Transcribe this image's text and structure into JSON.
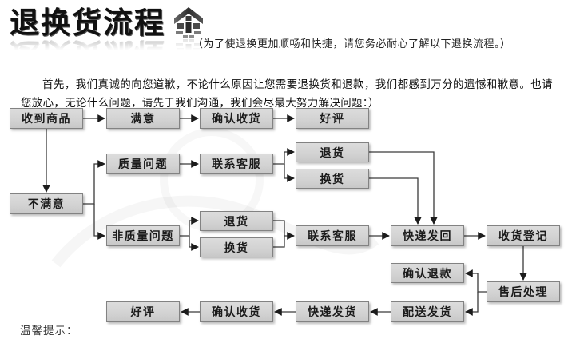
{
  "header": {
    "title": "退换货流程",
    "logo_icon": "house-icon",
    "subtitle": "（为了使退换更加顺畅和快捷，请您务必耐心了解以下退换流程。）"
  },
  "intro": {
    "text": "首先，我们真诚的向您道歉，不论什么原因让您需要退换货和退款，我们都感到万分的遗憾和歉意。也请您放心，无论什么问题，请先于我们沟通，我们会尽最大努力解决问题：）"
  },
  "flow": {
    "nodes": {
      "received": "收到商品",
      "satisfied": "满意",
      "confirm_receipt_top": "确认收货",
      "praise_top": "好评",
      "quality_issue": "质量问题",
      "contact_service_quality": "联系客服",
      "return_quality": "退货",
      "exchange_quality": "换货",
      "unsatisfied": "不满意",
      "non_quality_issue": "非质量问题",
      "return_non_quality": "退货",
      "exchange_non_quality": "换货",
      "contact_service_non_quality": "联系客服",
      "express_return": "快递发回",
      "receipt_register": "收货登记",
      "confirm_refund": "确认退款",
      "after_sales": "售后处理",
      "delivery_dispatch": "配送发货",
      "express_dispatch": "快递发货",
      "confirm_receipt_bottom": "确认收货",
      "praise_bottom": "好评"
    }
  },
  "footer": {
    "tips_label": "温馨提示："
  },
  "colors": {
    "node_fill": "#d4d4d4",
    "node_border": "#828282",
    "connector_line": "#3a3a3a",
    "title_color": "#111111"
  }
}
